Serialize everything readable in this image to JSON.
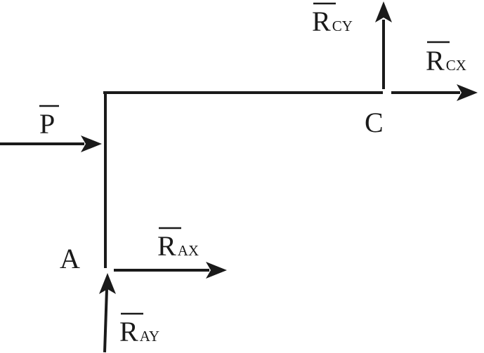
{
  "diagram": {
    "point_a": "A",
    "point_c": "C",
    "force_p": {
      "letter": "P",
      "sub": ""
    },
    "force_rax": {
      "letter": "R",
      "sub": "AX"
    },
    "force_ray": {
      "letter": "R",
      "sub": "AY"
    },
    "force_rcx": {
      "letter": "R",
      "sub": "CX"
    },
    "force_rcy": {
      "letter": "R",
      "sub": "CY"
    },
    "stroke_color": "#1a1a1a"
  }
}
